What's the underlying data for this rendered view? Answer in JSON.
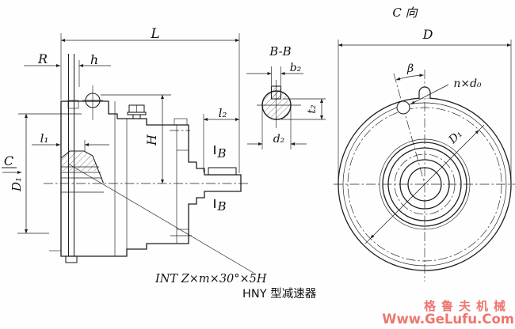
{
  "canvas": {
    "bg": "#fefefe",
    "ink": "#1e1e1e",
    "watermark_color": "#ee7670"
  },
  "side_view": {
    "dim_L": "L",
    "dim_R": "R",
    "dim_h": "h",
    "dim_l1": "l₁",
    "dim_l2": "l₂",
    "dim_H": "H",
    "dim_D1": "D₁",
    "view_label": "C",
    "section_mark_top": "B",
    "section_mark_bottom": "B",
    "spline_note": "INT Z×m×30°×5H"
  },
  "section_view": {
    "title": "B-B",
    "dim_b2": "b₂",
    "dim_t2": "t₂",
    "dim_d2": "d₂"
  },
  "front_view": {
    "title": "C 向",
    "dim_D": "D",
    "dim_D1": "D₁",
    "dim_beta": "β",
    "dim_holes": "n×d₀"
  },
  "caption": {
    "model_line": "HNY 型减速器"
  },
  "watermark": {
    "brand": "格鲁夫机械",
    "url": "Www.GeLufu.Com"
  }
}
